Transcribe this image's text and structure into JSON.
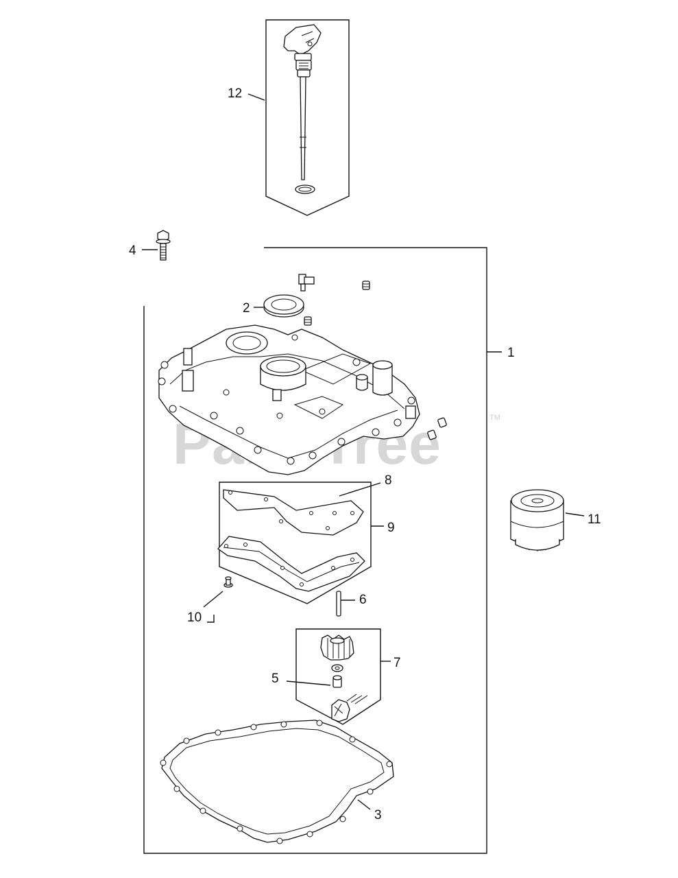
{
  "watermark": {
    "text": "PartsTree",
    "trademark": "TM"
  },
  "callouts": {
    "c1": "1",
    "c2": "2",
    "c3": "3",
    "c4": "4",
    "c5": "5",
    "c6": "6",
    "c7": "7",
    "c8": "8",
    "c9": "9",
    "c10": "10",
    "c11": "11",
    "c12": "12"
  },
  "parts": {
    "p1": "closure-plate-assembly",
    "p2": "oil-seal",
    "p3": "closure-plate-gasket",
    "p4": "hex-flange-screw",
    "p5": "pin",
    "p6": "shaft",
    "p7": "oil-pump-kit",
    "p8": "baffle-plate",
    "p9": "baffle-kit",
    "p10": "screw",
    "p11": "oil-filter",
    "p12": "dipstick"
  }
}
